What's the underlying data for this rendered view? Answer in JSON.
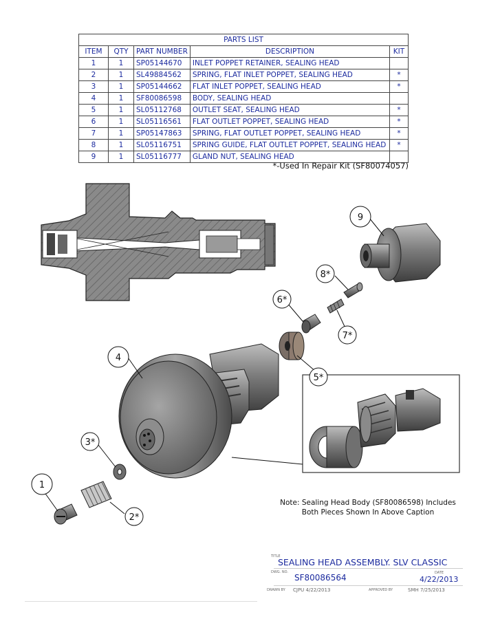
{
  "parts_list": {
    "title": "PARTS LIST",
    "headers": {
      "item": "ITEM",
      "qty": "QTY",
      "part_number": "PART NUMBER",
      "description": "DESCRIPTION",
      "kit": "KIT"
    },
    "rows": [
      {
        "item": "1",
        "qty": "1",
        "part_number": "SP05144670",
        "description": "INLET POPPET RETAINER, SEALING HEAD",
        "kit": ""
      },
      {
        "item": "2",
        "qty": "1",
        "part_number": "SL49884562",
        "description": "SPRING, FLAT INLET POPPET, SEALING HEAD",
        "kit": "*"
      },
      {
        "item": "3",
        "qty": "1",
        "part_number": "SP05144662",
        "description": "FLAT INLET POPPET, SEALING HEAD",
        "kit": "*"
      },
      {
        "item": "4",
        "qty": "1",
        "part_number": "SF80086598",
        "description": "BODY, SEALING HEAD",
        "kit": ""
      },
      {
        "item": "5",
        "qty": "1",
        "part_number": "SL05112768",
        "description": "OUTLET SEAT, SEALING HEAD",
        "kit": "*"
      },
      {
        "item": "6",
        "qty": "1",
        "part_number": "SL05116561",
        "description": "FLAT OUTLET POPPET, SEALING HEAD",
        "kit": "*"
      },
      {
        "item": "7",
        "qty": "1",
        "part_number": "SP05147863",
        "description": "SPRING, FLAT OUTLET POPPET, SEALING HEAD",
        "kit": "*"
      },
      {
        "item": "8",
        "qty": "1",
        "part_number": "SL05116751",
        "description": "SPRING GUIDE, FLAT OUTLET POPPET, SEALING HEAD",
        "kit": "*"
      },
      {
        "item": "9",
        "qty": "1",
        "part_number": "SL05116777",
        "description": "GLAND NUT, SEALING HEAD",
        "kit": ""
      }
    ]
  },
  "kit_note": "*-Used In Repair Kit (SF80074057)",
  "callouts": {
    "c1": "1",
    "c2": "2*",
    "c3": "3*",
    "c4": "4",
    "c5": "5*",
    "c6": "6*",
    "c7": "7*",
    "c8": "8*",
    "c9": "9"
  },
  "note": {
    "line1": "Note: Sealing Head Body (SF80086598) Includes",
    "line2": "Both Pieces Shown In Above Caption"
  },
  "title_block": {
    "title_label": "TITLE",
    "title": "SEALING HEAD ASSEMBLY. SLV CLASSIC",
    "dwg_label": "DWG. NO.",
    "dwg_no": "SF80086564",
    "date_label": "DATE",
    "date": "4/22/2013",
    "drawn_label": "DRAWN BY",
    "drawn": "CJPU   4/22/2013",
    "approved_label": "APPROVED BY",
    "approved": "SMH   7/25/2013"
  }
}
